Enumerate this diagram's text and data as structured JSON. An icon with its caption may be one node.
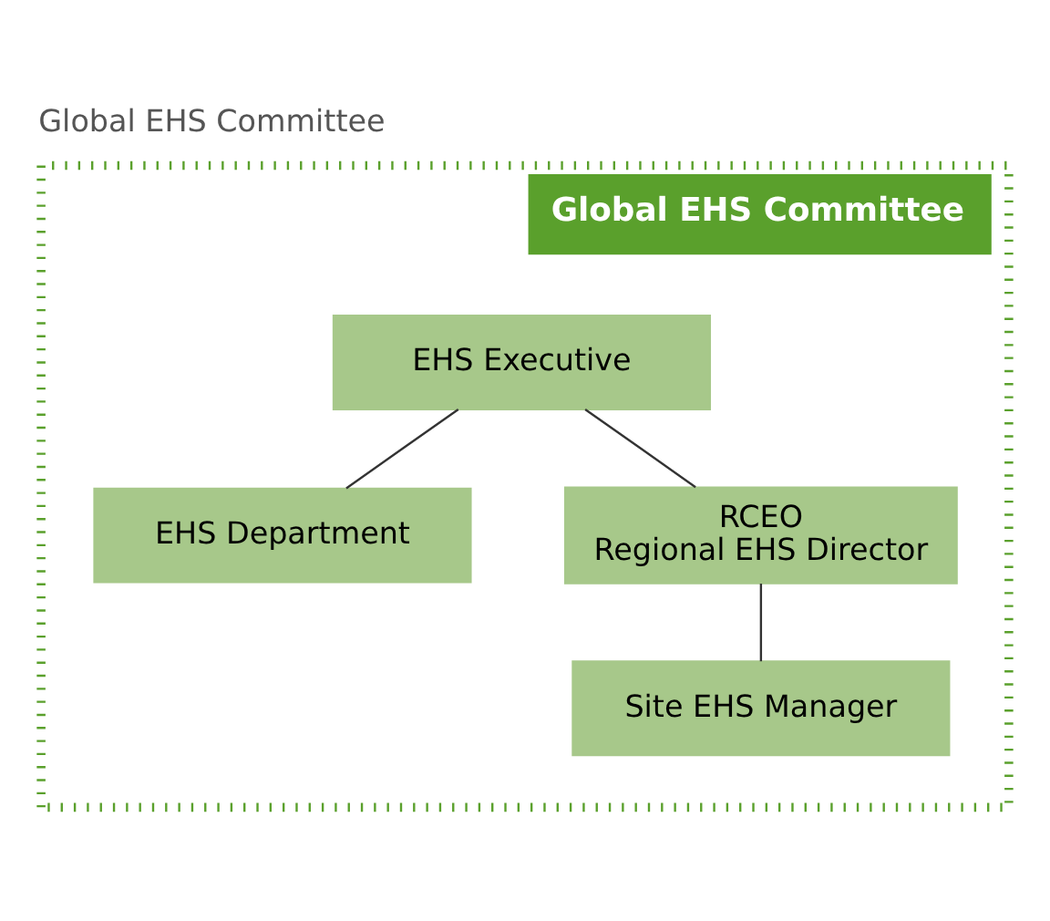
{
  "diagram": {
    "title": "Global EHS Committee",
    "nodes": [
      {
        "text": [
          "Global EHS Committee"
        ]
      },
      {
        "text": [
          "EHS Executive"
        ],
        "in": 0
      },
      {
        "text": [
          "EHS Department"
        ],
        "in": 0
      },
      {
        "text": [
          "RCEO",
          "Regional EHS Director"
        ],
        "in": 0
      },
      {
        "text": [
          "Site EHS Manager"
        ],
        "in": 0
      }
    ],
    "edges": [
      {
        "from": 1,
        "to": 3,
        "arrow": "none"
      },
      {
        "from": 1,
        "to": 2,
        "arrow": "none"
      },
      {
        "from": 3,
        "to": 4,
        "arrow": "none"
      }
    ]
  }
}
